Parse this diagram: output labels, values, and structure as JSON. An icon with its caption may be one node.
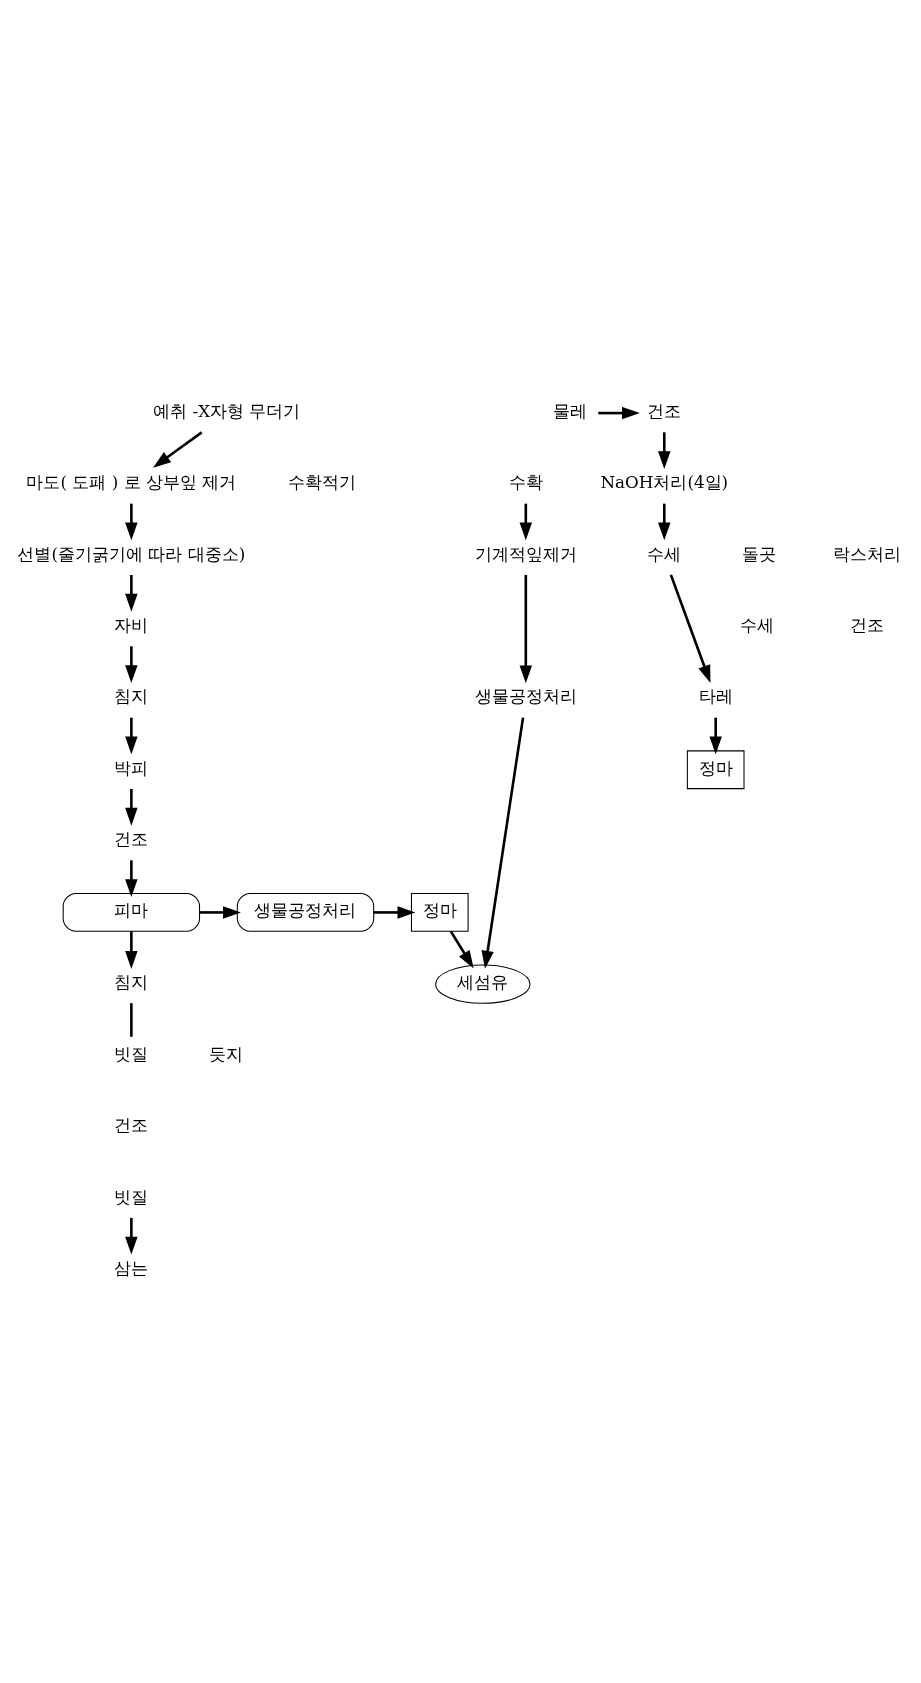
{
  "diagram": {
    "nodes": [
      {
        "text": [
          "예취 -X자형 무더기"
        ]
      },
      {
        "text": [
          "마도( 도패 ) 로 상부잎 제거"
        ]
      },
      {
        "text": [
          "선별(줄기굵기에 따라 대중소)"
        ]
      },
      {
        "text": [
          "자비"
        ]
      },
      {
        "text": [
          "침지"
        ]
      },
      {
        "text": [
          "박피"
        ]
      },
      {
        "text": [
          "건조"
        ]
      },
      {
        "text": [
          "피마"
        ]
      },
      {
        "text": [
          "생물공정처리"
        ]
      },
      {
        "text": [
          "정마"
        ]
      },
      {
        "text": [
          "침지"
        ]
      },
      {
        "text": [
          "빗질"
        ]
      },
      {
        "text": [
          "빗질"
        ]
      },
      {
        "text": [
          "삼는"
        ]
      },
      {
        "text": [
          "물레"
        ]
      },
      {
        "text": [
          "건조"
        ]
      },
      {
        "text": [
          "NaOH처리(4일)"
        ]
      },
      {
        "text": [
          "수세"
        ]
      },
      {
        "text": [
          "타레"
        ]
      },
      {
        "text": [
          "정마"
        ]
      },
      {
        "text": [
          "수확"
        ]
      },
      {
        "text": [
          "기계적잎제거"
        ]
      },
      {
        "text": [
          "생물공정처리"
        ]
      },
      {
        "text": [
          "세섬유"
        ]
      }
    ],
    "edges": [
      {
        "from": 0,
        "to": 1,
        "arrow": "to"
      },
      {
        "from": 1,
        "to": 2,
        "arrow": "to"
      },
      {
        "from": 2,
        "to": 3,
        "arrow": "to"
      },
      {
        "from": 3,
        "to": 4,
        "arrow": "to"
      },
      {
        "from": 4,
        "to": 5,
        "arrow": "to"
      },
      {
        "from": 5,
        "to": 6,
        "arrow": "to"
      },
      {
        "from": 6,
        "to": 7,
        "arrow": "to"
      },
      {
        "from": 7,
        "to": 8,
        "arrow": "to"
      },
      {
        "from": 8,
        "to": 9,
        "arrow": "to"
      },
      {
        "from": 7,
        "to": 10,
        "arrow": "to"
      },
      {
        "from": 10,
        "to": 11,
        "arrow": "none"
      },
      {
        "from": 12,
        "to": 13,
        "arrow": "to"
      },
      {
        "from": 14,
        "to": 15,
        "arrow": "to"
      },
      {
        "from": 15,
        "to": 16,
        "arrow": "to"
      },
      {
        "from": 16,
        "to": 17,
        "arrow": "to"
      },
      {
        "from": 17,
        "to": 18,
        "arrow": "to"
      },
      {
        "from": 18,
        "to": 19,
        "arrow": "to"
      },
      {
        "from": 20,
        "to": 21,
        "arrow": "to"
      },
      {
        "from": 21,
        "to": 22,
        "arrow": "to"
      },
      {
        "from": 9,
        "to": 23,
        "arrow": "to"
      },
      {
        "from": 22,
        "to": 23,
        "arrow": "to"
      }
    ],
    "labels": [
      "수확적기",
      "듯지",
      "건조",
      "돌곳",
      "락스처리",
      "수세",
      "건조"
    ]
  }
}
